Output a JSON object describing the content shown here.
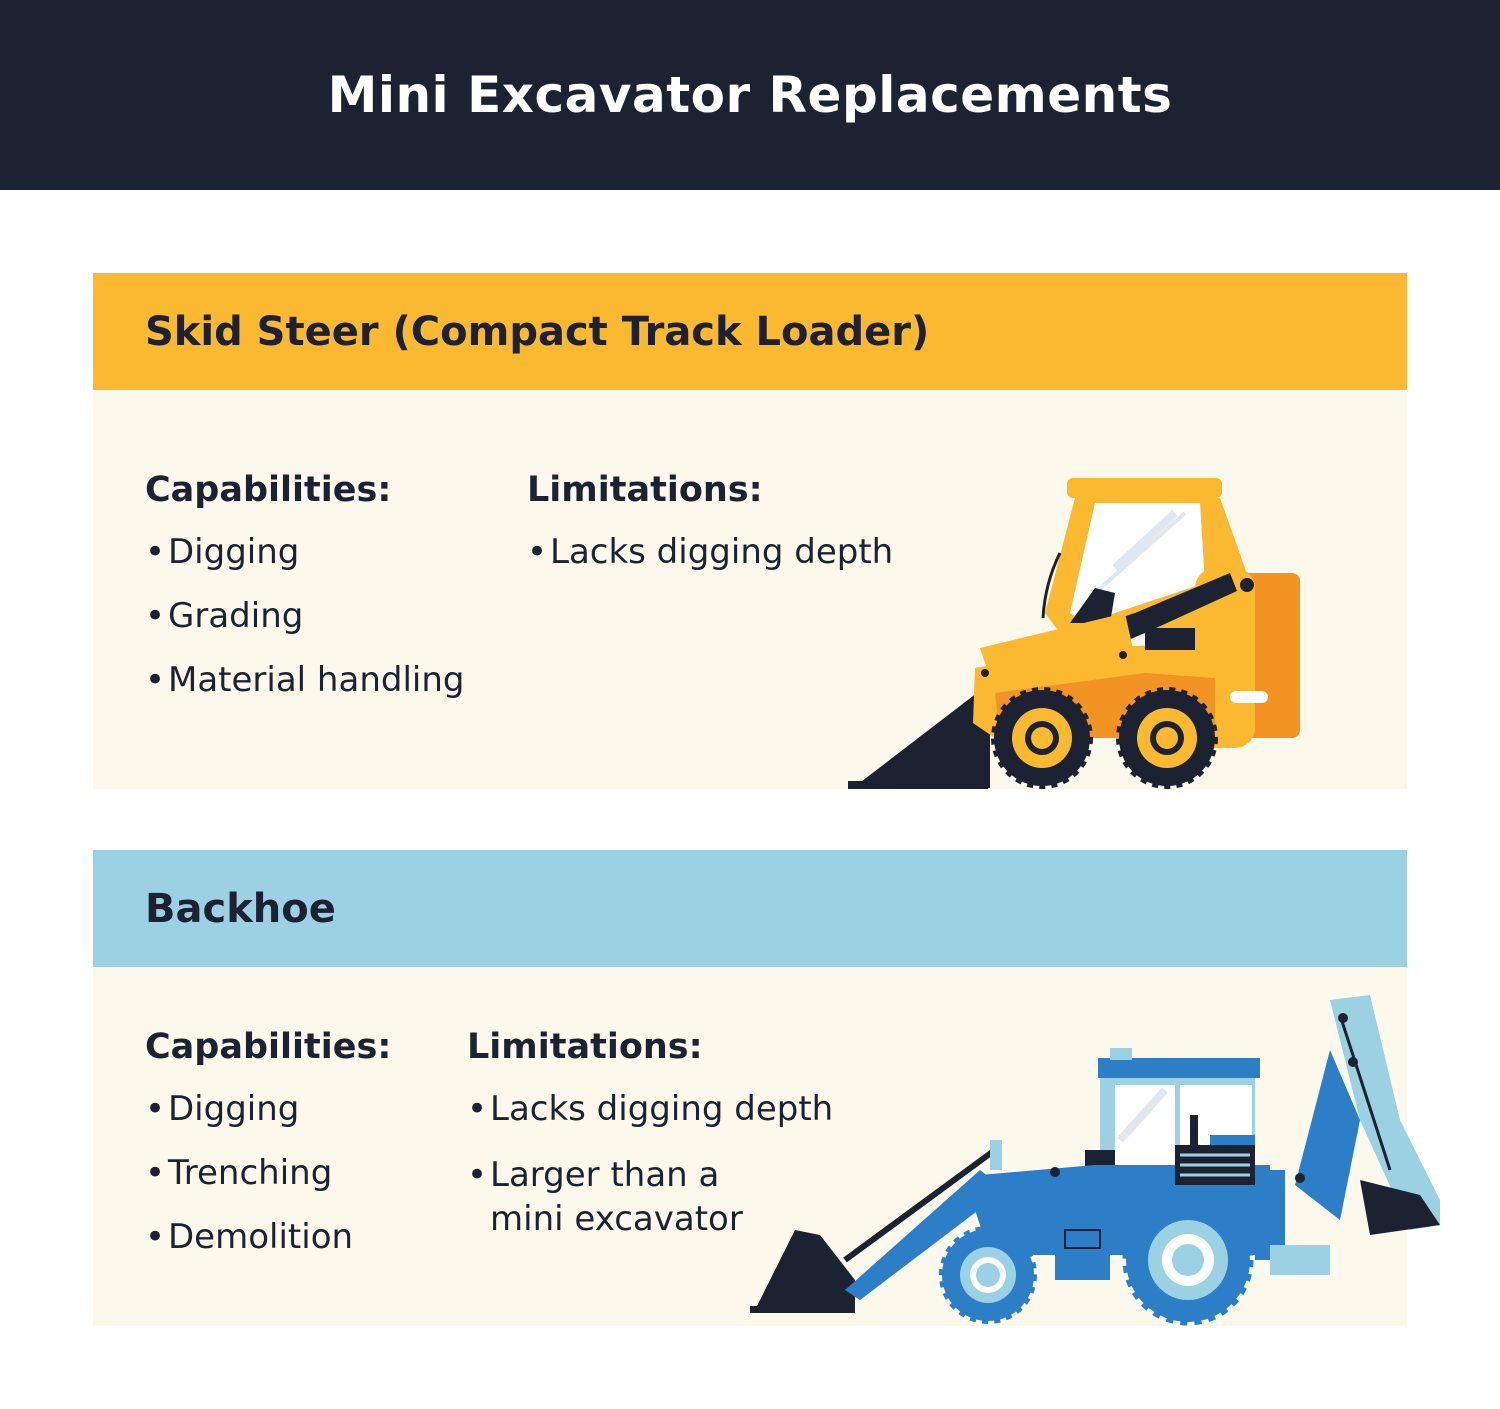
{
  "title": "Mini Excavator Replacements",
  "sections": [
    {
      "heading": "Skid Steer (Compact Track Loader)",
      "header_color": "#fbb931",
      "capabilities_label": "Capabilities:",
      "capabilities": [
        "Digging",
        "Grading",
        "Material handling"
      ],
      "limitations_label": "Limitations:",
      "limitations": [
        "Lacks digging depth"
      ],
      "icon": "skid-steer-illustration"
    },
    {
      "heading": "Backhoe",
      "header_color": "#9bd1e2",
      "capabilities_label": "Capabilities:",
      "capabilities": [
        "Digging",
        "Trenching",
        "Demolition"
      ],
      "limitations_label": "Limitations:",
      "limitations": [
        "Lacks digging depth",
        "Larger than a mini excavator"
      ],
      "icon": "backhoe-illustration"
    }
  ],
  "colors": {
    "banner": "#1d2232",
    "card_bg": "#fdf8ec",
    "yellow": "#fbb931",
    "orange": "#f39324",
    "blue": "#2c7fc7",
    "light_blue": "#9bd1e2",
    "dark": "#1d2232"
  }
}
